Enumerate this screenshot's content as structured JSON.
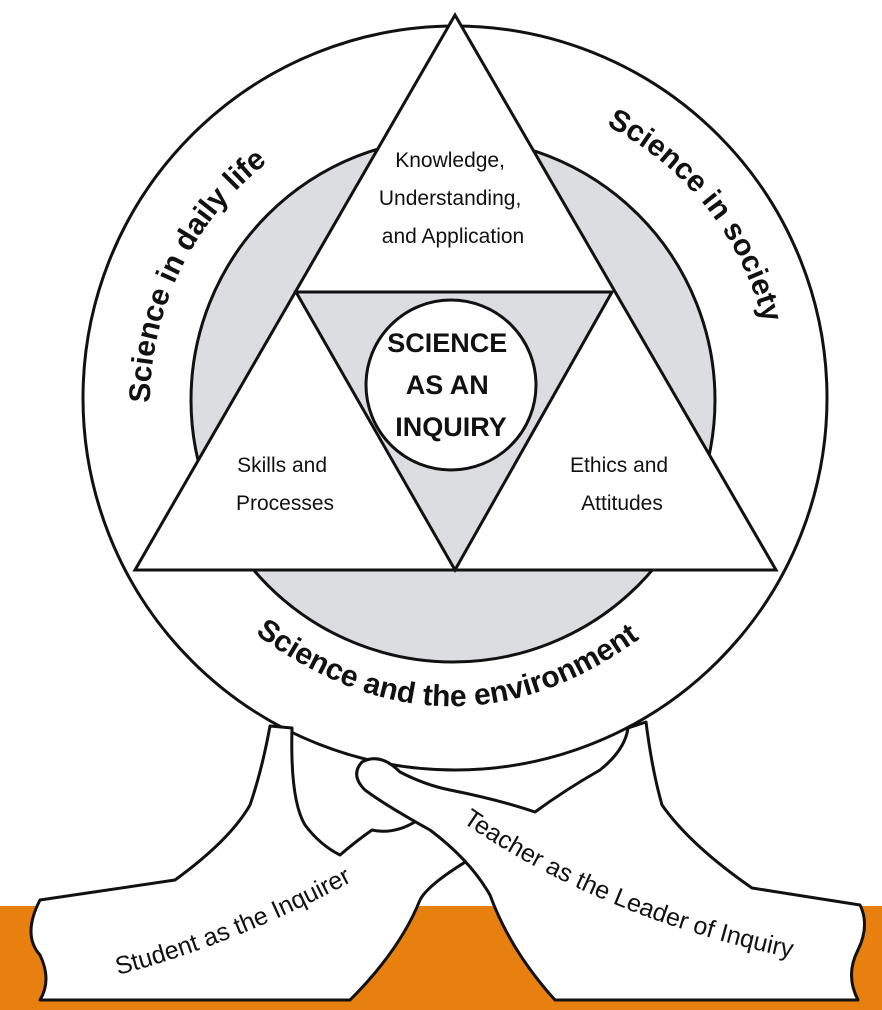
{
  "colors": {
    "band": "#e8800f",
    "inner_ring": "#dcdde0",
    "outline": "#111111",
    "fill": "#ffffff"
  },
  "outer_ring": {
    "left_label": "Science in daily life",
    "right_label": "Science in society",
    "bottom_label": "Science and the environment"
  },
  "triangles": {
    "top": [
      "Knowledge,",
      "Understanding,",
      "and Application"
    ],
    "left": [
      "Skills and",
      "Processes"
    ],
    "right": [
      "Ethics and",
      "Attitudes"
    ]
  },
  "core": [
    "SCIENCE",
    "AS AN",
    "INQUIRY"
  ],
  "hands": {
    "left_ribbon": "Student as the Inquirer",
    "right_ribbon": "Teacher as the Leader of Inquiry"
  }
}
